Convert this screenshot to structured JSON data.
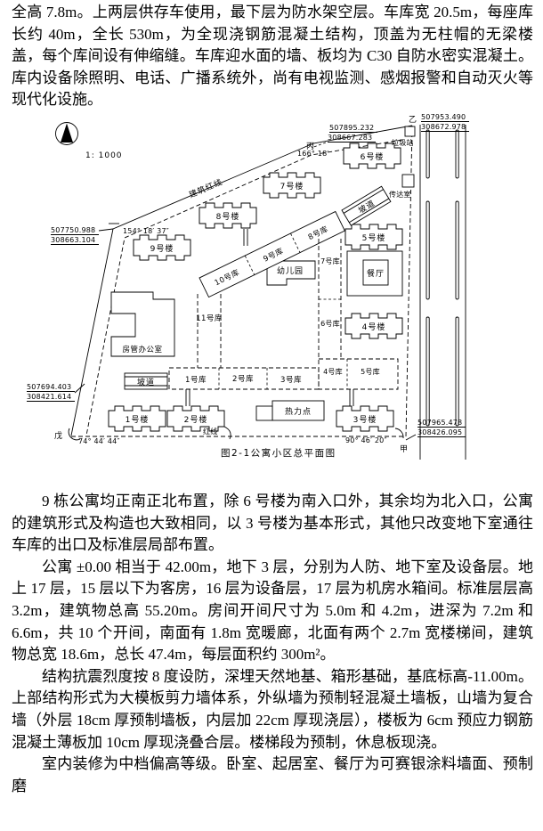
{
  "page": {
    "paragraphs": [
      "全高 7.8m。上两层供存车使用，最下层为防水架空层。车库宽 20.5m，每座库长约 40m，全长 530m，为全现浇钢筋混凝土结构，顶盖为无柱帽的无梁楼盖，每个库间设有伸缩缝。车库迎水面的墙、板均为 C30 自防水密实混凝土。库内设备除照明、电话、广播系统外，尚有电视监测、感烟报警和自动灭火等现代化设施。",
      "9 栋公寓均正南正北布置，除 6 号楼为南入口外，其余均为北入口，公寓的建筑形式及构造也大致相同，以 3 号楼为基本形式，其他只改变地下室通往车库的出口及标准层局部布置。",
      "公寓 ±0.00 相当于 42.00m，地下 3 层，分别为人防、地下室及设备层。地上 17 层，15 层以下为客房，16 层为设备层，17 层为机房水箱间。标准层层高 3.2m，建筑物总高 55.20m。房间开间尺寸为 5.0m 和 4.2m，进深为 7.2m 和 6.6m，共 10 个开间，南面有 1.8m 宽暖廊，北面有两个 2.7m 宽楼梯间，建筑物总宽 18.6m，总长 47.4m，每层面积约 300m²。",
      "结构抗震烈度按 8 度设防，深埋天然地基、箱形基础，基底标高-11.00m。上部结构形式为大模板剪力墙体系，外纵墙为预制轻混凝土墙板，山墙为复合墙（外层 18cm 厚预制墙板，内层加 22cm 厚现浇层），楼板为 6cm 预应力钢筋混凝土薄板加 10cm 厚现浇叠合层。楼梯段为预制，休息板现浇。",
      "室内装修为中档偏高等级。卧室、起居室、餐厅为可赛银涂料墙面、预制磨"
    ]
  },
  "figure": {
    "scale": "1: 1000",
    "caption": "图2-1公寓小区总平面图",
    "red_line_label": "建筑红线",
    "red_line_label2": "红线",
    "towers": [
      "1号楼",
      "2号楼",
      "3号楼",
      "4号楼",
      "5号楼",
      "6号楼",
      "7号楼",
      "8号楼",
      "9号楼"
    ],
    "garages": [
      "1号库",
      "2号库",
      "3号库",
      "4号库",
      "5号库",
      "6号库",
      "7号库",
      "8号库",
      "9号库",
      "10号库",
      "11号库"
    ],
    "facilities": {
      "trash": "垃圾站",
      "gate": "传达室",
      "ramp_top": "坡道",
      "ramp_bottom": "坡道",
      "kindergarten": "幼儿园",
      "dining": "餐厅",
      "heating": "热力点",
      "office": "房管办公室"
    },
    "survey": {
      "yi": {
        "name": "乙",
        "x": "507953.490",
        "y": "308672.978"
      },
      "bing": {
        "name": "丙",
        "x": "507895.232",
        "y": "308667.283",
        "angle": "166° 18′"
      },
      "west": {
        "x": "507750.988",
        "y": "308663.104",
        "angle": "154° 18′ 37″"
      },
      "sw": {
        "x": "507694.403",
        "y": "308421.614"
      },
      "wu": {
        "name": "戊",
        "angle": "74° 44′ 44″"
      },
      "jia": {
        "name": "甲",
        "x": "507965.478",
        "y": "308426.095",
        "angle": "90° 46′ 20″"
      }
    }
  }
}
